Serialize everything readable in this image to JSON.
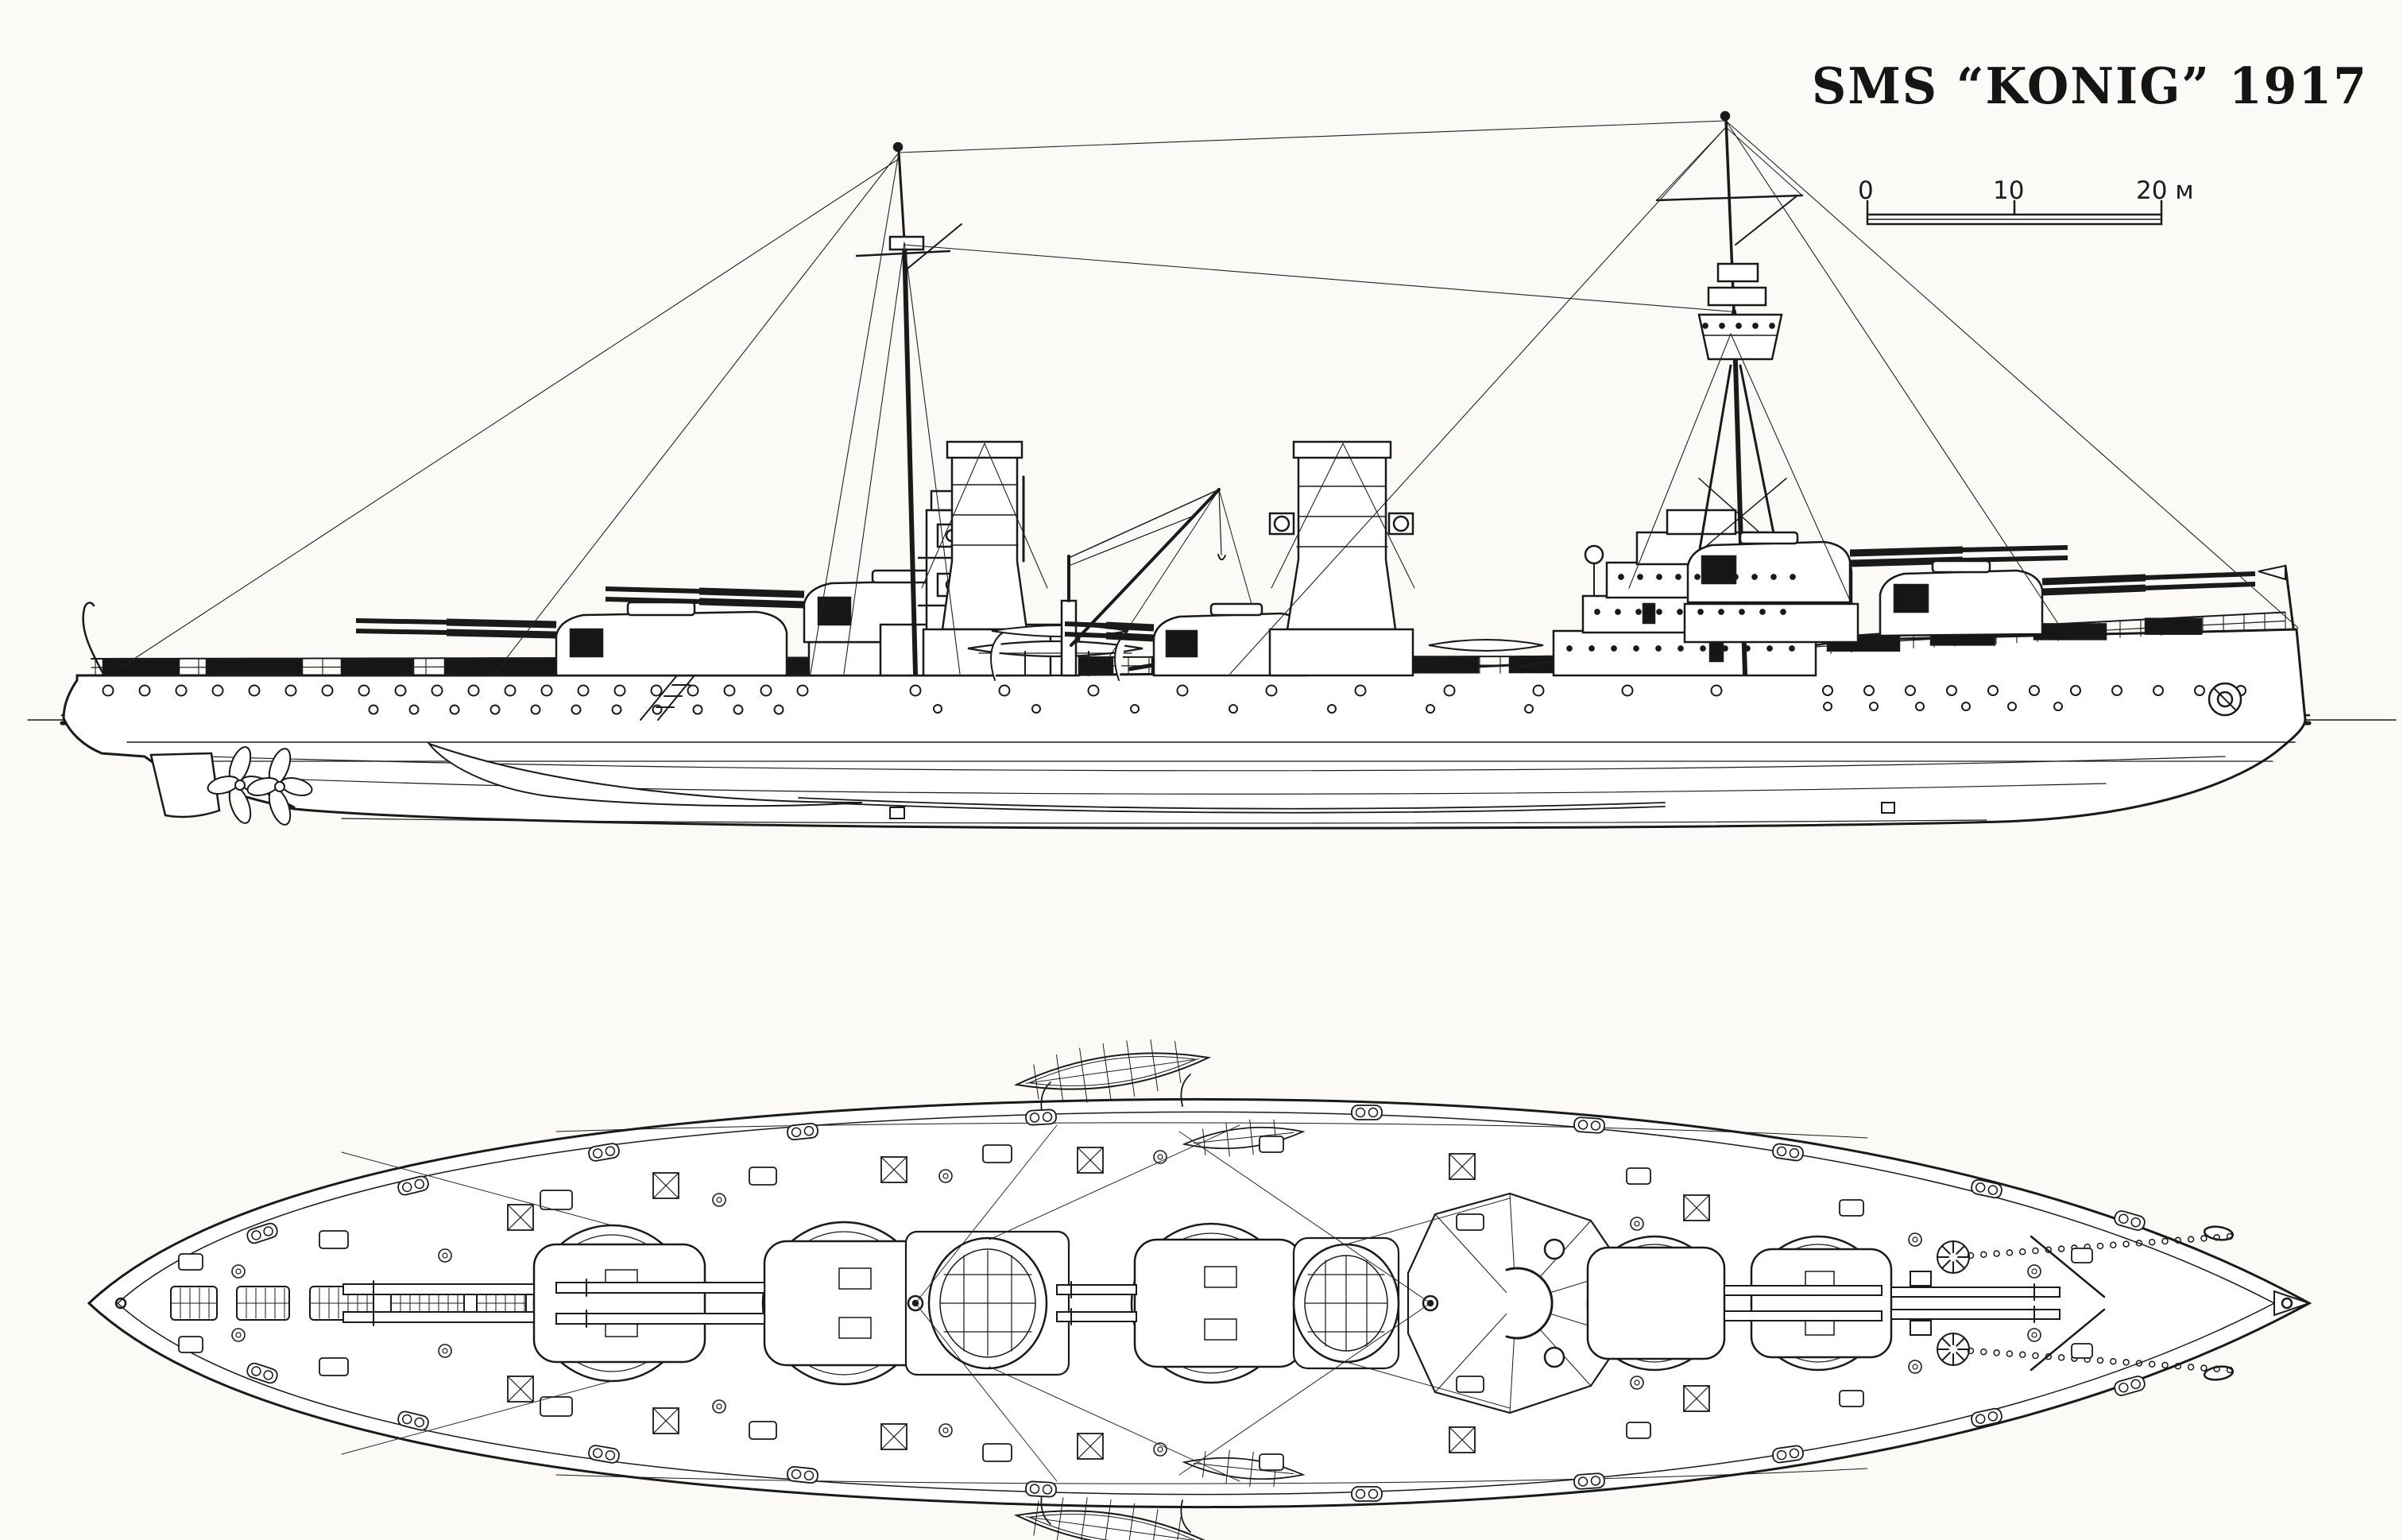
{
  "page": {
    "paper_color": "#fbfaf7",
    "ink_color": "#1a1a1a"
  },
  "title": {
    "text": "SMS “KONIG” 1917"
  },
  "scale_bar": {
    "tick_labels": [
      "0",
      "10",
      "20 м"
    ],
    "unit": "м",
    "length_meters": 20
  }
}
